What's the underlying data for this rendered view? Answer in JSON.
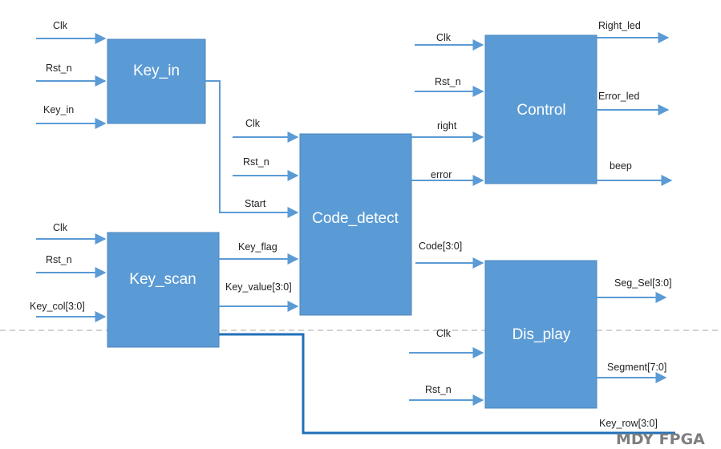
{
  "blocks": {
    "key_in": "Key_in",
    "key_scan": "Key_scan",
    "code_detect": "Code_detect",
    "control": "Control",
    "dis_play": "Dis_play"
  },
  "key_in_inputs": {
    "clk": "Clk",
    "rst": "Rst_n",
    "key_in": "Key_in"
  },
  "key_scan_inputs": {
    "clk": "Clk",
    "rst": "Rst_n",
    "key_col": "Key_col[3:0]"
  },
  "code_detect_inputs": {
    "clk": "Clk",
    "rst": "Rst_n",
    "start": "Start",
    "key_flag": "Key_flag",
    "key_value": "Key_value[3:0]"
  },
  "code_detect_outputs": {
    "right": "right",
    "error": "error",
    "code": "Code[3:0]"
  },
  "control_inputs": {
    "clk": "Clk",
    "rst": "Rst_n"
  },
  "control_outputs": {
    "right_led": "Right_led",
    "error_led": "Error_led",
    "beep": "beep"
  },
  "display_inputs": {
    "clk": "Clk",
    "rst": "Rst_n"
  },
  "display_outputs": {
    "seg_sel": "Seg_Sel[3:0]",
    "segment": "Segment[7:0]"
  },
  "key_scan_outputs": {
    "key_row": "Key_row[3:0]"
  },
  "watermark": "MDY FPGA",
  "colors": {
    "block_fill": "#5b9bd5",
    "wire": "#5b9bd5",
    "key_row_wire": "#1f6fb9",
    "divider": "#a6a6a6"
  }
}
